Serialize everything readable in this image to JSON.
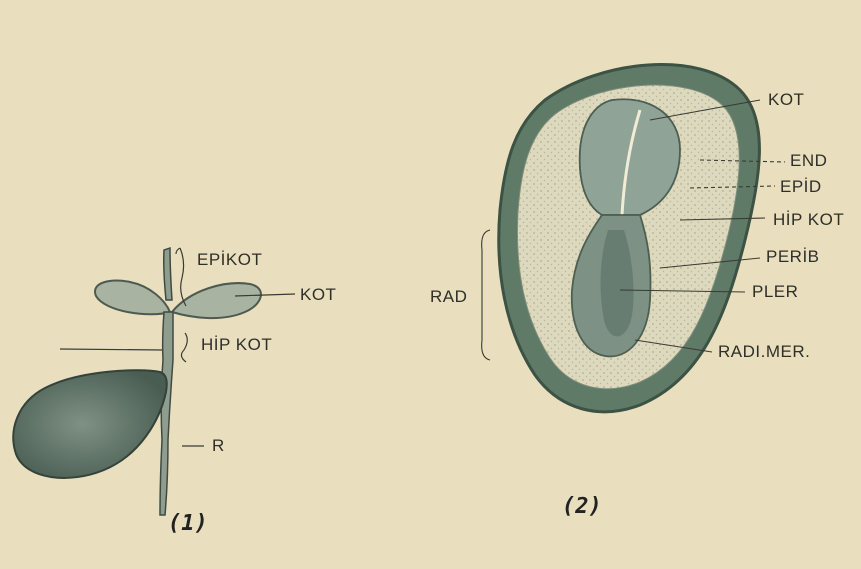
{
  "figure1": {
    "caption": "(1)",
    "labels": {
      "epikot": "EPİKOT",
      "kot": "KOT",
      "hipkot": "HİP KOT",
      "r": "R"
    }
  },
  "figure2": {
    "caption": "(2)",
    "labels": {
      "kot": "KOT",
      "end": "END",
      "epid": "EPİD",
      "hipkot": "HİP KOT",
      "perib": "PERİB",
      "pler": "PLER",
      "rad": "RAD",
      "radimer": "RADI.MER."
    }
  },
  "colors": {
    "paper": "#e9dfbf",
    "ink": "#2f2f2a",
    "seed_coat": "#5f7a66",
    "endosperm": "#ded9bd",
    "embryo": "#8aa091"
  }
}
